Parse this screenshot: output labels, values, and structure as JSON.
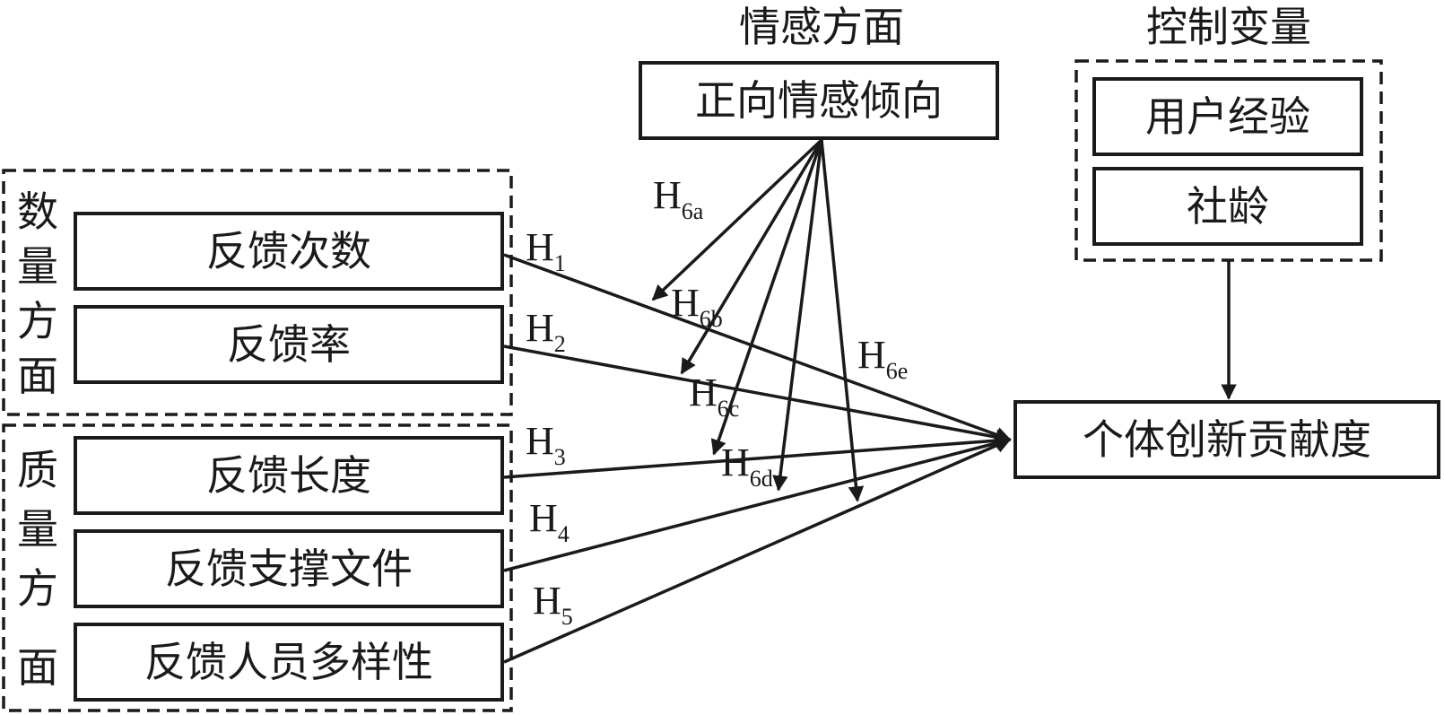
{
  "colors": {
    "stroke": "#1a1a1a",
    "background": "#ffffff"
  },
  "groups": {
    "quantity": {
      "label": "数量方面",
      "items": [
        "反馈次数",
        "反馈率"
      ]
    },
    "quality": {
      "label": "质量方面",
      "items": [
        "反馈长度",
        "反馈支撑文件",
        "反馈人员多样性"
      ]
    },
    "emotion": {
      "label": "情感方面",
      "item": "正向情感倾向"
    },
    "control": {
      "label": "控制变量",
      "items": [
        "用户经验",
        "社龄"
      ]
    }
  },
  "outcome": "个体创新贡献度",
  "hypotheses": {
    "h1": {
      "base": "H",
      "sub": "1"
    },
    "h2": {
      "base": "H",
      "sub": "2"
    },
    "h3": {
      "base": "H",
      "sub": "3"
    },
    "h4": {
      "base": "H",
      "sub": "4"
    },
    "h5": {
      "base": "H",
      "sub": "5"
    },
    "h6a": {
      "base": "H",
      "sub": "6a"
    },
    "h6b": {
      "base": "H",
      "sub": "6b"
    },
    "h6c": {
      "base": "H",
      "sub": "6c"
    },
    "h6d": {
      "base": "H",
      "sub": "6d"
    },
    "h6e": {
      "base": "H",
      "sub": "6e"
    }
  }
}
